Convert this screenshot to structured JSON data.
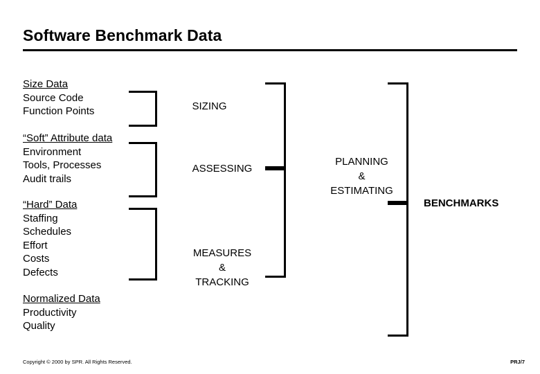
{
  "slide": {
    "title": "Software Benchmark Data",
    "groups": [
      {
        "id": "size",
        "lines": [
          "Size Data",
          "Source Code",
          "Function Points"
        ]
      },
      {
        "id": "soft",
        "lines": [
          "“Soft” Attribute data",
          "Environment",
          "Tools, Processes",
          "Audit trails"
        ]
      },
      {
        "id": "hard",
        "lines": [
          "“Hard” Data",
          "Staffing",
          "Schedules",
          "Effort",
          "Costs",
          "Defects"
        ]
      },
      {
        "id": "normalized",
        "lines": [
          "Normalized Data",
          "Productivity",
          "Quality"
        ]
      }
    ],
    "stages": {
      "sizing": "SIZING",
      "assessing": "ASSESSING",
      "measures_line1": "MEASURES",
      "measures_line2": "&",
      "measures_line3": "TRACKING",
      "planning_line1": "PLANNING",
      "planning_line2": "&",
      "planning_line3": "ESTIMATING",
      "benchmarks": "BENCHMARKS"
    },
    "footer": {
      "copyright": "Copyright © 2000 by SPR. All Rights Reserved.",
      "page": "PRJ/7"
    },
    "colors": {
      "ink": "#000000",
      "background": "#ffffff"
    }
  }
}
